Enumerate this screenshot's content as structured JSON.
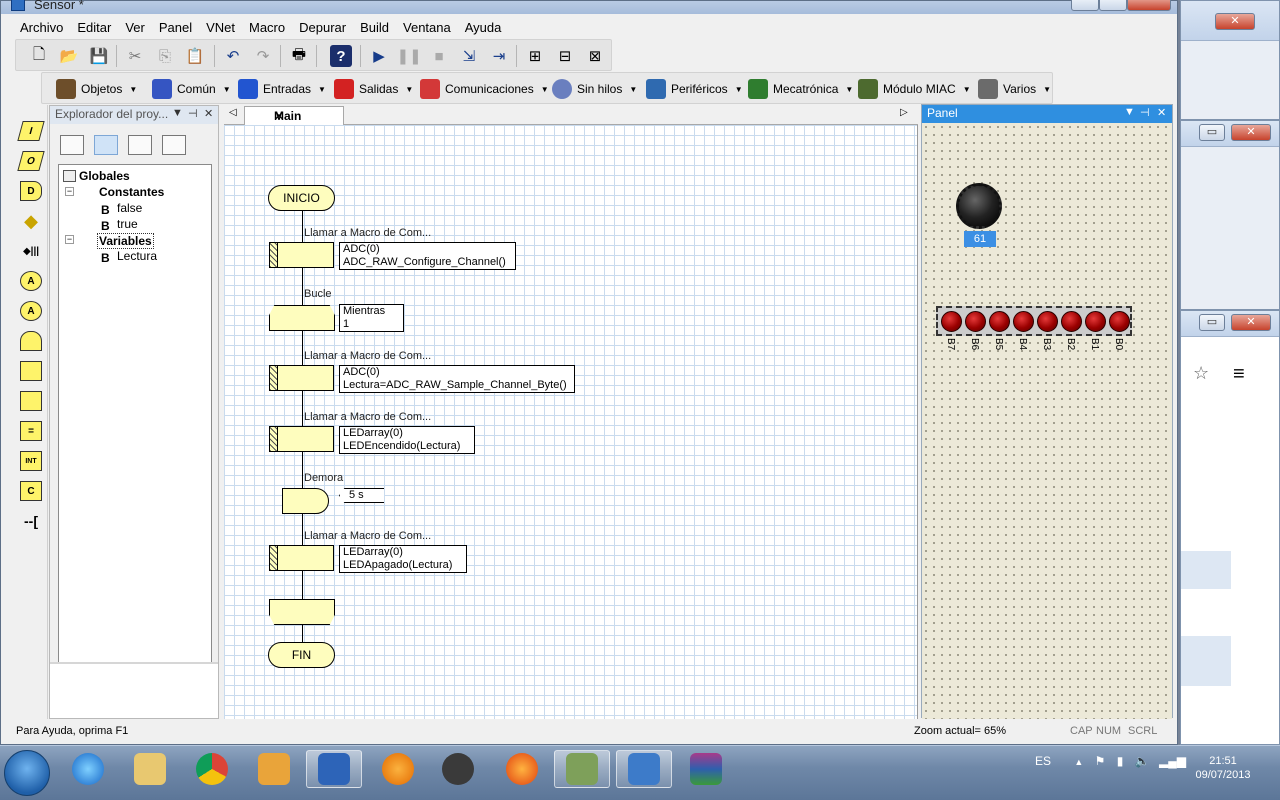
{
  "window": {
    "title": "Sensor *"
  },
  "menu": [
    "Archivo",
    "Editar",
    "Ver",
    "Panel",
    "VNet",
    "Macro",
    "Depurar",
    "Build",
    "Ventana",
    "Ayuda"
  ],
  "components_toolbar": [
    "Objetos",
    "Común",
    "Entradas",
    "Salidas",
    "Comunicaciones",
    "Sin hilos",
    "Periféricos",
    "Mecatrónica",
    "Módulo MIAC",
    "Varios"
  ],
  "explorer": {
    "title": "Explorador del proy...",
    "tree": {
      "root": "Globales",
      "constants_label": "Constantes",
      "constants": [
        "false",
        "true"
      ],
      "variables_label": "Variables",
      "variables": [
        "Lectura"
      ]
    }
  },
  "document": {
    "tab": "Main"
  },
  "flowchart": {
    "start": "INICIO",
    "end": "FIN",
    "call1": {
      "label": "Llamar a Macro de Com...",
      "line1": "ADC(0)",
      "line2": "ADC_RAW_Configure_Channel()"
    },
    "loop": {
      "label": "Bucle",
      "line1": "Mientras",
      "line2": "1"
    },
    "call2": {
      "label": "Llamar a Macro de Com...",
      "line1": "ADC(0)",
      "line2": "Lectura=ADC_RAW_Sample_Channel_Byte()"
    },
    "call3": {
      "label": "Llamar a Macro de Com...",
      "line1": "LEDarray(0)",
      "line2": "LEDEncendido(Lectura)"
    },
    "delay": {
      "label": "Demora",
      "line1": "5 s"
    },
    "call4": {
      "label": "Llamar a Macro de Com...",
      "line1": "LEDarray(0)",
      "line2": "LEDApagado(Lectura)"
    }
  },
  "panel": {
    "title": "Panel",
    "knob_value": "61",
    "led_labels": [
      "B7",
      "B6",
      "B5",
      "B4",
      "B3",
      "B2",
      "B1",
      "B0"
    ]
  },
  "statusbar": {
    "help": "Para Ayuda, oprima F1",
    "zoom": "Zoom actual= 65%",
    "cap": "CAP",
    "num": "NUM",
    "scrl": "SCRL"
  },
  "taskbar": {
    "language": "ES",
    "time": "21:51",
    "date": "09/07/2013"
  },
  "colors": {
    "flow_fill": "#fefdbe",
    "panel_title": "#2f8fe0",
    "led_red": "#b00000",
    "knob_value_bg": "#3b8fe4"
  }
}
